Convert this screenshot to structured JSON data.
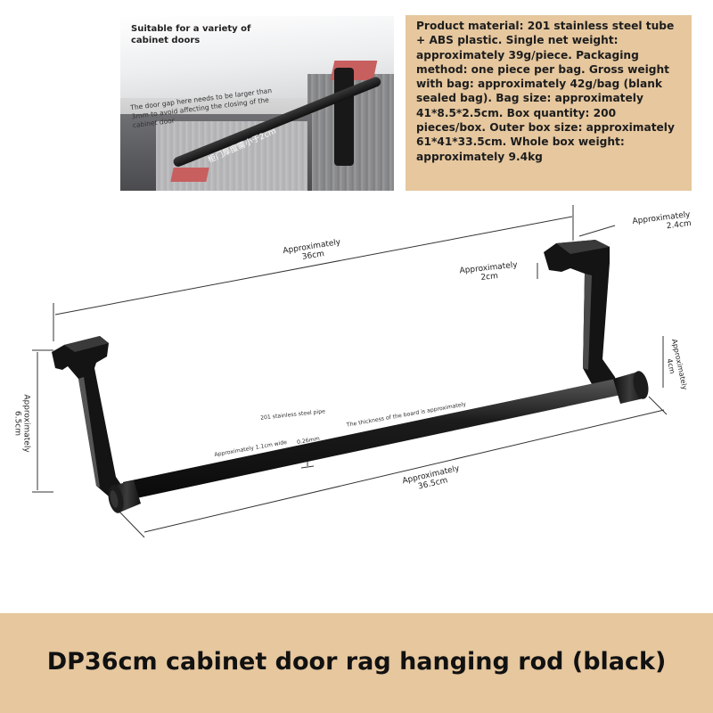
{
  "photo": {
    "suitable": "Suitable for a variety of cabinet doors",
    "gap_note": "The door gap here needs to be larger than 3mm to avoid affecting the closing of the cabinet door",
    "cn_note": "柜门厚度需小于2cm"
  },
  "spec": {
    "text": "Product material: 201 stainless steel tube + ABS plastic. Single net weight: approximately 39g/piece. Packaging method: one piece per bag. Gross weight with bag: approximately 42g/bag (blank sealed bag). Bag size: approximately 41*8.5*2.5cm. Box quantity: 200 pieces/box. Outer box size: approximately 61*41*33.5cm. Whole box weight: approximately 9.4kg"
  },
  "dimensions": {
    "length_36": "Approximately\n36cm",
    "width_24": "Approximately\n2.4cm",
    "depth_2": "Approximately\n2cm",
    "height_65": "Approximately\n6.5cm",
    "side_4": "Approximately\n4cm",
    "rod_365": "Approximately\n36.5cm",
    "pipe": "201 stainless steel pipe",
    "pipe_width": "Approximately 1.1cm wide",
    "board": "The thickness of the board is approximately",
    "board_val": "0.26mm"
  },
  "footer": {
    "title": "DP36cm cabinet door rag hanging rod (black)"
  },
  "colors": {
    "accent": "#e6c79e",
    "rod": "#1a1a1a"
  }
}
